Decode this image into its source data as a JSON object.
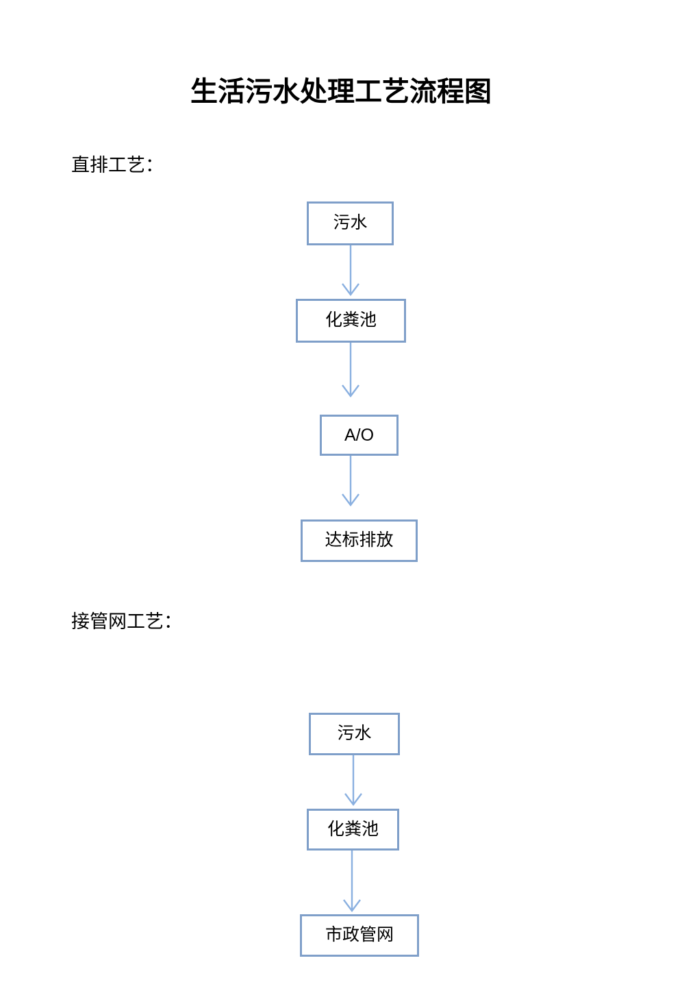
{
  "document": {
    "title": "生活污水处理工艺流程图",
    "background_color": "#ffffff",
    "text_color": "#000000"
  },
  "theme": {
    "box_border_color": "#7f9fc9",
    "box_fill_color": "#ffffff",
    "arrow_color": "#8ab0e0"
  },
  "sections": [
    {
      "caption": "直排工艺：",
      "boxes": [
        {
          "label": "污水",
          "script": "han"
        },
        {
          "label": "化粪池",
          "script": "han"
        },
        {
          "label": "A/O",
          "script": "latin"
        },
        {
          "label": "达标排放",
          "script": "han"
        }
      ]
    },
    {
      "caption": "接管网工艺：",
      "boxes": [
        {
          "label": "污水",
          "script": "han"
        },
        {
          "label": "化粪池",
          "script": "han"
        },
        {
          "label": "市政管网",
          "script": "han"
        }
      ]
    }
  ],
  "chart_data": {
    "type": "diagram",
    "diagram_type": "flowchart",
    "title": "生活污水处理工艺流程图",
    "orientation": "top-to-bottom",
    "flows": [
      {
        "name": "直排工艺：",
        "nodes": [
          "污水",
          "化粪池",
          "A/O",
          "达标排放"
        ],
        "edges": [
          {
            "from": "污水",
            "to": "化粪池",
            "label": ""
          },
          {
            "from": "化粪池",
            "to": "A/O",
            "label": ""
          },
          {
            "from": "A/O",
            "to": "达标排放",
            "label": ""
          }
        ]
      },
      {
        "name": "接管网工艺：",
        "nodes": [
          "污水",
          "化粪池",
          "市政管网"
        ],
        "edges": [
          {
            "from": "污水",
            "to": "化粪池",
            "label": ""
          },
          {
            "from": "化粪池",
            "to": "市政管网",
            "label": ""
          }
        ]
      }
    ],
    "node_style": {
      "shape": "rectangle",
      "border": "#7f9fc9",
      "fill": "#ffffff"
    },
    "edge_style": {
      "color": "#8ab0e0",
      "arrowhead": "open-v"
    }
  }
}
